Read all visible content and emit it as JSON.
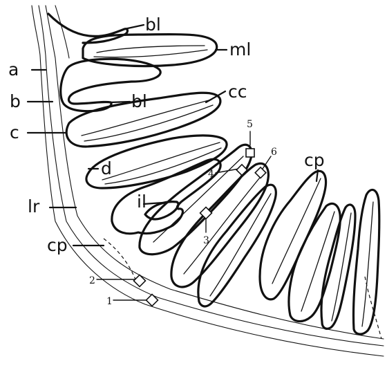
{
  "labels": {
    "bl_top": "bl",
    "ml": "ml",
    "a": "a",
    "b": "b",
    "bl_mid": "bl",
    "cc": "cc",
    "c": "c",
    "d": "d",
    "lr": "lr",
    "il": "il",
    "cp_left": "cp",
    "cp_right": "cp"
  },
  "markers": {
    "m1": "1",
    "m2": "2",
    "m3": "3",
    "m4": "4",
    "m5": "5",
    "m6": "6"
  }
}
